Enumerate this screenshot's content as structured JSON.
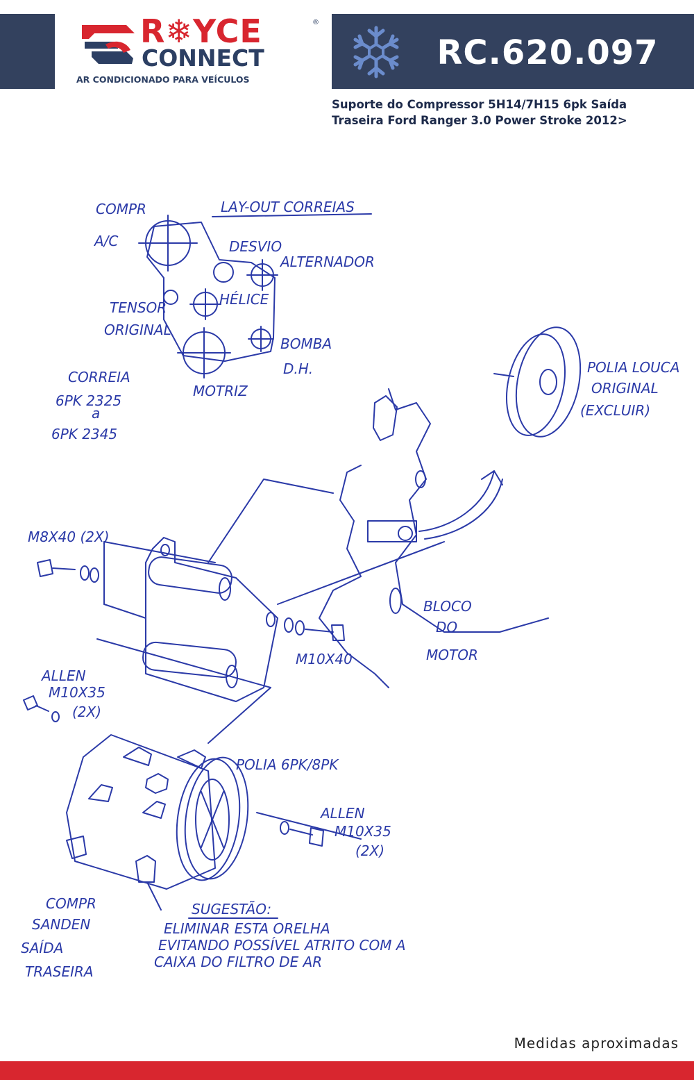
{
  "logo": {
    "brand_top": "R❄YCE",
    "brand_bottom": "CONNECT",
    "tagline": "AR CONDICIONADO PARA VEÍCULOS",
    "registered": "®",
    "icon": "snowflake-icon"
  },
  "header": {
    "product_code": "RC.620.097",
    "icon": "snowflake-icon"
  },
  "description": {
    "line1": "Suporte do Compressor 5H14/7H15 6pk Saída",
    "line2": "Traseira Ford Ranger 3.0 Power Stroke 2012>"
  },
  "drawing": {
    "title": "LAY-OUT CORREIAS",
    "labels": {
      "compr_ac_1": "COMPR",
      "compr_ac_2": "A/C",
      "desvio": "DESVIO",
      "alternador": "ALTERNADOR",
      "helice": "HÉLICE",
      "tensor_1": "TENSOR",
      "tensor_2": "ORIGINAL",
      "bomba_1": "BOMBA",
      "bomba_2": "D.H.",
      "motriz": "MOTRIZ",
      "correia_1": "CORREIA",
      "correia_2": "6PK 2325",
      "correia_3": "a",
      "correia_4": "6PK 2345",
      "polia_louca_1": "POLIA LOUCA",
      "polia_louca_2": "ORIGINAL",
      "polia_louca_3": "(EXCLUIR)",
      "m8x40": "M8X40 (2X)",
      "bloco_1": "BLOCO",
      "bloco_2": "DO",
      "bloco_3": "MOTOR",
      "m10x40": "M10X40",
      "allen_left_1": "ALLEN",
      "allen_left_2": "M10X35",
      "allen_left_3": "(2X)",
      "polia_6pk": "POLIA 6PK/8PK",
      "allen_right_1": "ALLEN",
      "allen_right_2": "M10X35",
      "allen_right_3": "(2X)",
      "compr_sanden_1": "COMPR",
      "compr_sanden_2": "SANDEN",
      "compr_sanden_3": "SAÍDA",
      "compr_sanden_4": "TRASEIRA",
      "sugestao_title": "SUGESTÃO:",
      "sugestao_1": "ELIMINAR ESTA ORELHA",
      "sugestao_2": "EVITANDO POSSÍVEL ATRITO COM A",
      "sugestao_3": "CAIXA DO FILTRO DE AR"
    }
  },
  "footer": {
    "note": "Medidas aproximadas"
  },
  "colors": {
    "navy": "#33415e",
    "red": "#d8262f",
    "ink": "#2b3aa8"
  }
}
